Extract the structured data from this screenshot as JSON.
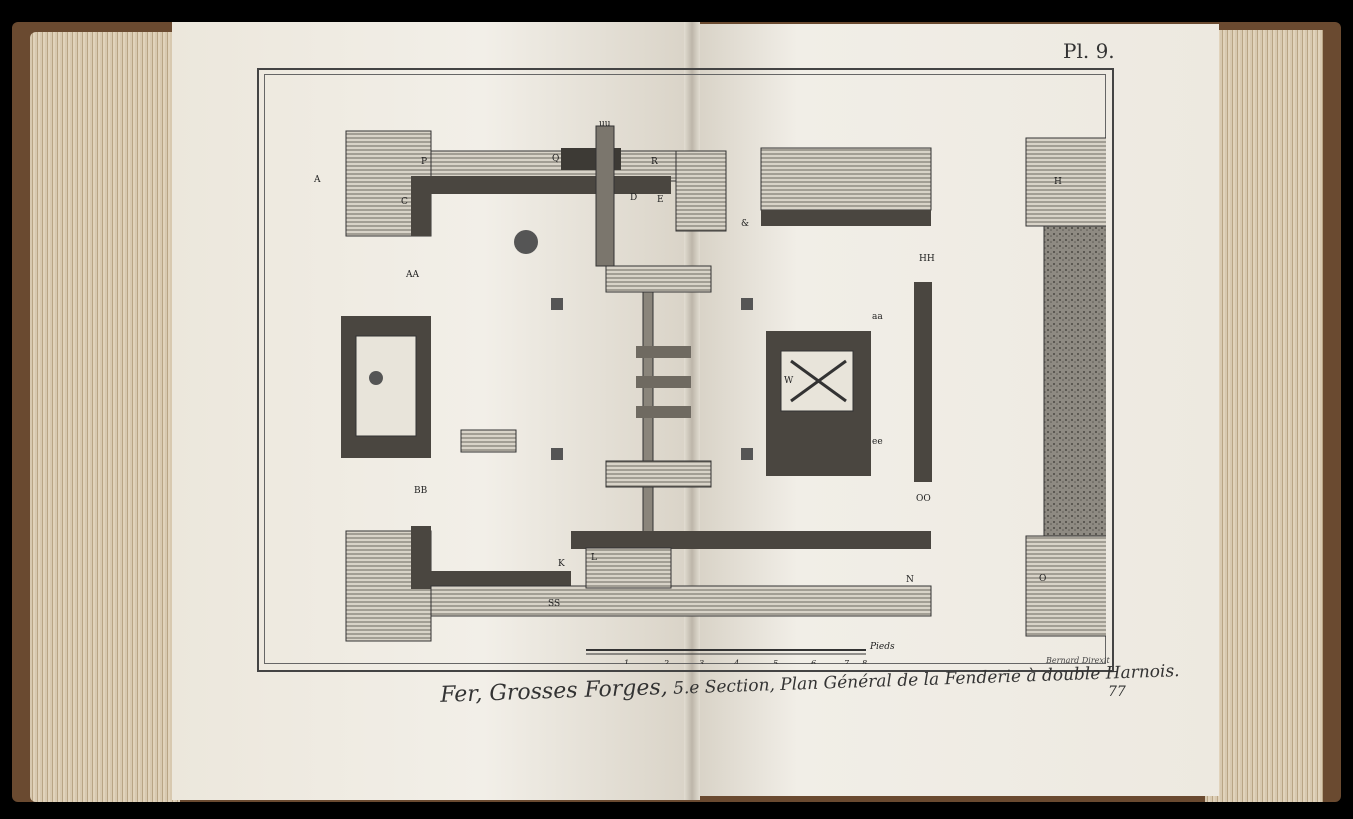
{
  "plate": {
    "number": "Pl. 9.",
    "page_number": "77",
    "title_main": "Fer, Grosses Forges,",
    "title_rest": "5.e Section, Plan Général de la Fenderie à double Harnois.",
    "engraver": "Bernard Direxit"
  },
  "labels": {
    "A": "A",
    "AA": "AA",
    "BB": "BB",
    "HH": "HH",
    "OO": "OO",
    "amp": "&",
    "P": "P",
    "Q": "Q",
    "R": "R",
    "C": "C",
    "D": "D",
    "E": "E",
    "H": "H",
    "N": "N",
    "O": "O",
    "K": "K",
    "L": "L",
    "W": "W",
    "aa": "aa",
    "ee": "ee",
    "uu": "uu",
    "SS": "SS"
  },
  "scale": {
    "unit": "Pieds",
    "ticks": [
      "1",
      "2",
      "3",
      "4",
      "5",
      "6",
      "7",
      "8"
    ]
  },
  "icons": [
    "book-spine-icon",
    "scale-bar-icon",
    "fish-arrow-icon"
  ]
}
